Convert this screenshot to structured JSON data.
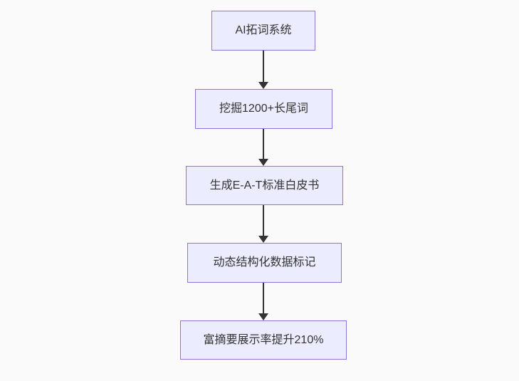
{
  "diagram": {
    "type": "flowchart",
    "direction": "top-down",
    "nodes": [
      {
        "id": "step1",
        "label": "AI拓词系统"
      },
      {
        "id": "step2",
        "label": "挖掘1200+长尾词"
      },
      {
        "id": "step3",
        "label": "生成E-A-T标准白皮书"
      },
      {
        "id": "step4",
        "label": "动态结构化数据标记"
      },
      {
        "id": "step5",
        "label": "富摘要展示率提升210%"
      }
    ],
    "edges": [
      {
        "from": "step1",
        "to": "step2"
      },
      {
        "from": "step2",
        "to": "step3"
      },
      {
        "from": "step3",
        "to": "step4"
      },
      {
        "from": "step4",
        "to": "step5"
      }
    ],
    "colors": {
      "node_fill": "#ECECFF",
      "node_border": "#9370DB",
      "node_text": "#333333",
      "arrow": "#333333",
      "background": "#fafafa"
    }
  }
}
